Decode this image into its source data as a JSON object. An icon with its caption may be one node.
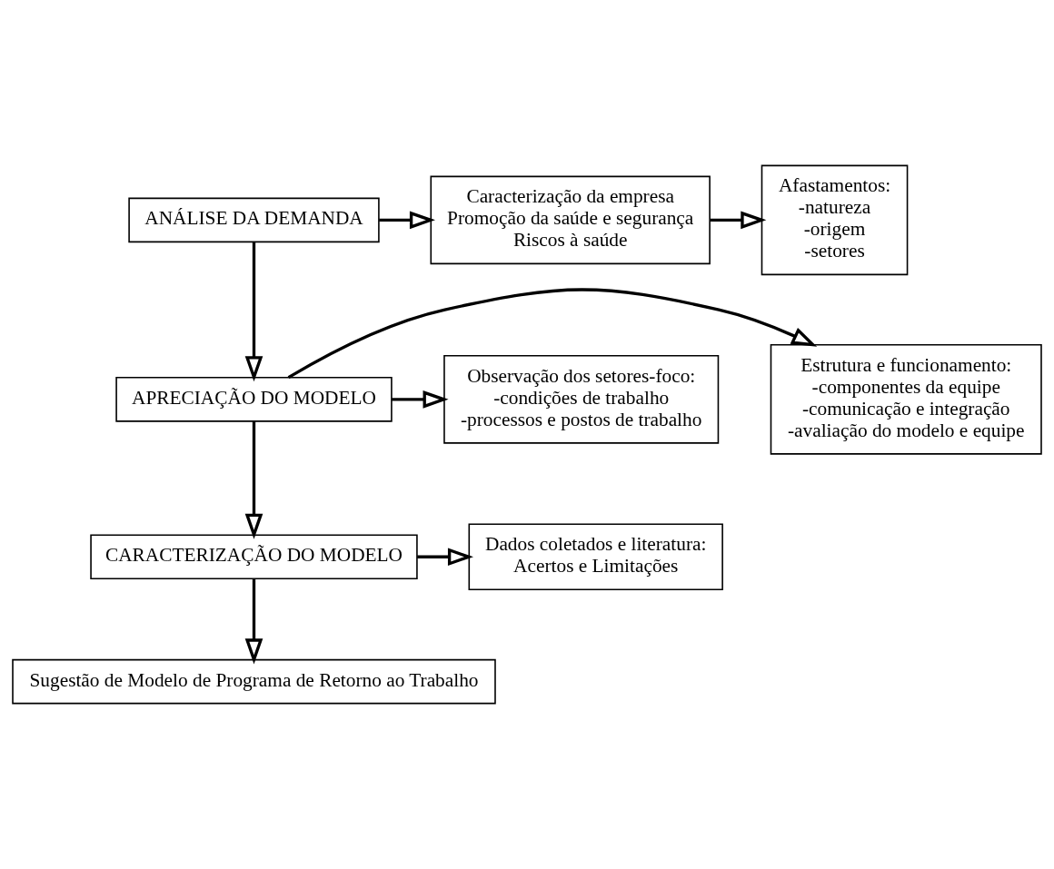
{
  "diagram": {
    "nodes": [
      {
        "text": [
          "ANÁLISE DA DEMANDA"
        ]
      },
      {
        "text": [
          "Caracterização da empresa",
          "Promoção da saúde e segurança",
          "Riscos à saúde"
        ]
      },
      {
        "text": [
          "Afastamentos:",
          "-natureza",
          "-origem",
          "-setores"
        ]
      },
      {
        "text": [
          "APRECIAÇÃO DO MODELO"
        ]
      },
      {
        "text": [
          "Estrutura e funcionamento:",
          "-componentes da equipe",
          "-comunicação e integração",
          "-avaliação do modelo e equipe"
        ]
      },
      {
        "text": [
          "Observação dos setores-foco:",
          "-condições de trabalho",
          "-processos e postos de trabalho"
        ]
      },
      {
        "text": [
          "CARACTERIZAÇÃO DO MODELO"
        ]
      },
      {
        "text": [
          "Dados coletados e literatura:",
          "Acertos e Limitações"
        ]
      },
      {
        "text": [
          "Sugestão de Modelo de Programa de Retorno ao Trabalho"
        ]
      }
    ],
    "edges": [
      {
        "from": 0,
        "to": 1,
        "arrow": "to"
      },
      {
        "from": 1,
        "to": 2,
        "arrow": "to"
      },
      {
        "from": 0,
        "to": 3,
        "arrow": "to"
      },
      {
        "from": 3,
        "to": 4,
        "arrow": "to"
      },
      {
        "from": 3,
        "to": 5,
        "arrow": "to"
      },
      {
        "from": 3,
        "to": 6,
        "arrow": "to"
      },
      {
        "from": 6,
        "to": 7,
        "arrow": "to"
      },
      {
        "from": 6,
        "to": 8,
        "arrow": "to"
      }
    ]
  }
}
